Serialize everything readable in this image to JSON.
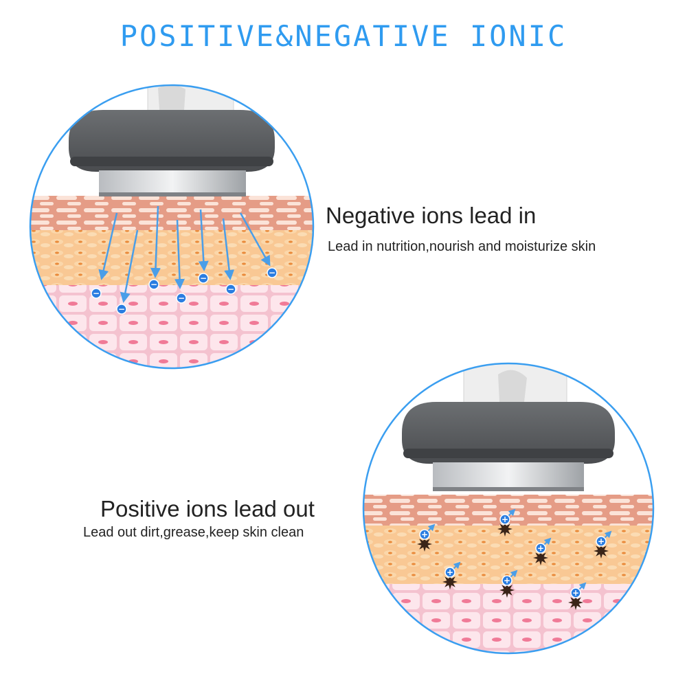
{
  "title": "POSITIVE&NEGATIVE IONIC",
  "negative": {
    "heading": "Negative ions lead in",
    "description": "Lead in nutrition,nourish and moisturize skin",
    "ion_symbol": "−",
    "ion_color": "#2a7de1"
  },
  "positive": {
    "heading": "Positive ions lead out",
    "description": "Lead out dirt,grease,keep skin clean",
    "ion_symbol": "+",
    "ion_color": "#2a7de1",
    "dirt_color": "#3a2418"
  },
  "colors": {
    "title": "#2f9bf0",
    "circle_border": "#3a9ef0",
    "arrow": "#4a9ee8"
  }
}
